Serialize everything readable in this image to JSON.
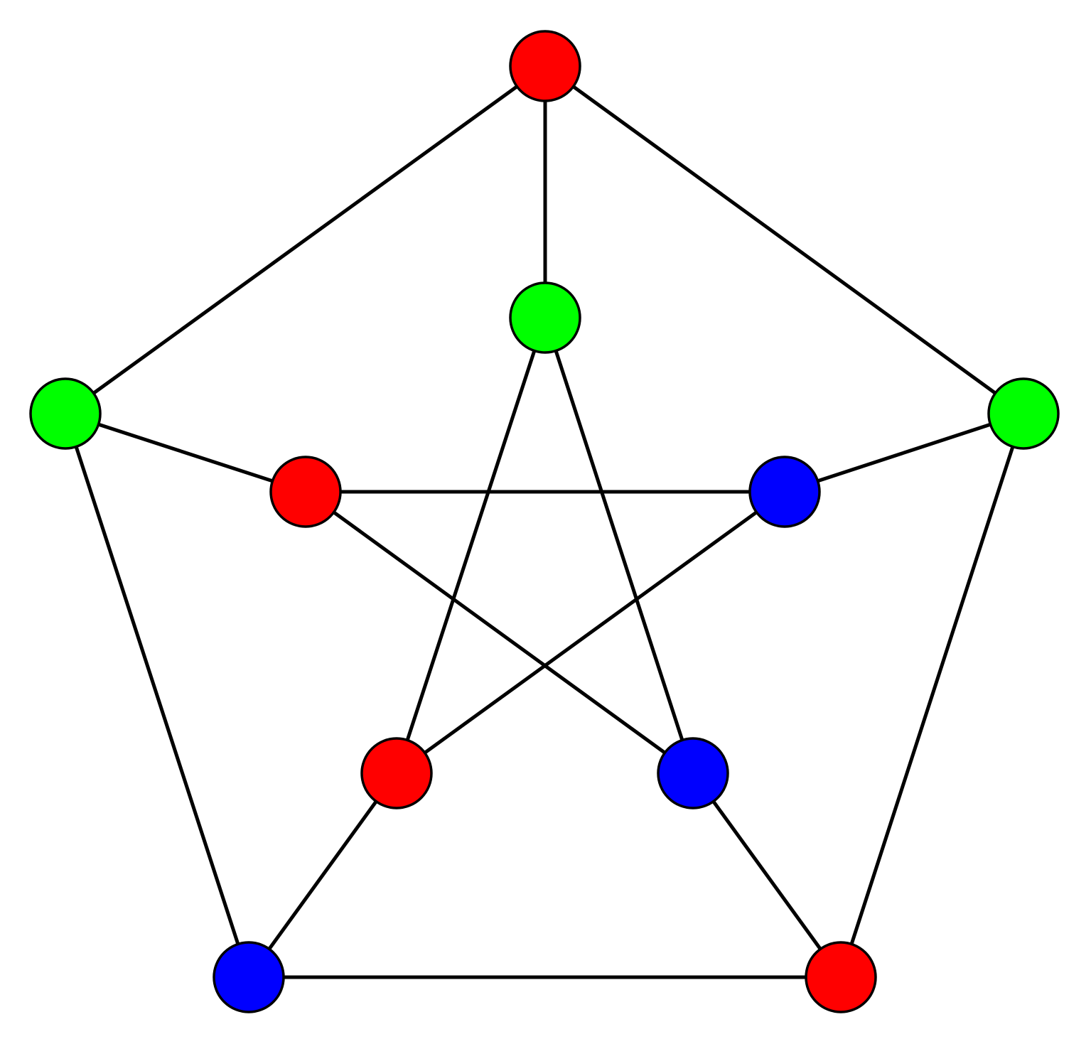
{
  "graph": {
    "edge_color": "#000000",
    "node_stroke": "#000000",
    "nodes": [
      {
        "id": "outer-top",
        "ring": "outer",
        "color": "#ff0000"
      },
      {
        "id": "outer-right",
        "ring": "outer",
        "color": "#00ff00"
      },
      {
        "id": "outer-bottom-right",
        "ring": "outer",
        "color": "#ff0000"
      },
      {
        "id": "outer-bottom-left",
        "ring": "outer",
        "color": "#0000ff"
      },
      {
        "id": "outer-left",
        "ring": "outer",
        "color": "#00ff00"
      },
      {
        "id": "inner-top",
        "ring": "inner",
        "color": "#00ff00"
      },
      {
        "id": "inner-right",
        "ring": "inner",
        "color": "#0000ff"
      },
      {
        "id": "inner-bottom-right",
        "ring": "inner",
        "color": "#0000ff"
      },
      {
        "id": "inner-bottom-left",
        "ring": "inner",
        "color": "#ff0000"
      },
      {
        "id": "inner-left",
        "ring": "inner",
        "color": "#ff0000"
      }
    ],
    "edges": [
      [
        "outer-top",
        "outer-right"
      ],
      [
        "outer-right",
        "outer-bottom-right"
      ],
      [
        "outer-bottom-right",
        "outer-bottom-left"
      ],
      [
        "outer-bottom-left",
        "outer-left"
      ],
      [
        "outer-left",
        "outer-top"
      ],
      [
        "outer-top",
        "inner-top"
      ],
      [
        "outer-right",
        "inner-right"
      ],
      [
        "outer-bottom-right",
        "inner-bottom-right"
      ],
      [
        "outer-bottom-left",
        "inner-bottom-left"
      ],
      [
        "outer-left",
        "inner-left"
      ],
      [
        "inner-top",
        "inner-bottom-left"
      ],
      [
        "inner-top",
        "inner-bottom-right"
      ],
      [
        "inner-left",
        "inner-right"
      ],
      [
        "inner-left",
        "inner-bottom-right"
      ],
      [
        "inner-right",
        "inner-bottom-left"
      ]
    ]
  }
}
